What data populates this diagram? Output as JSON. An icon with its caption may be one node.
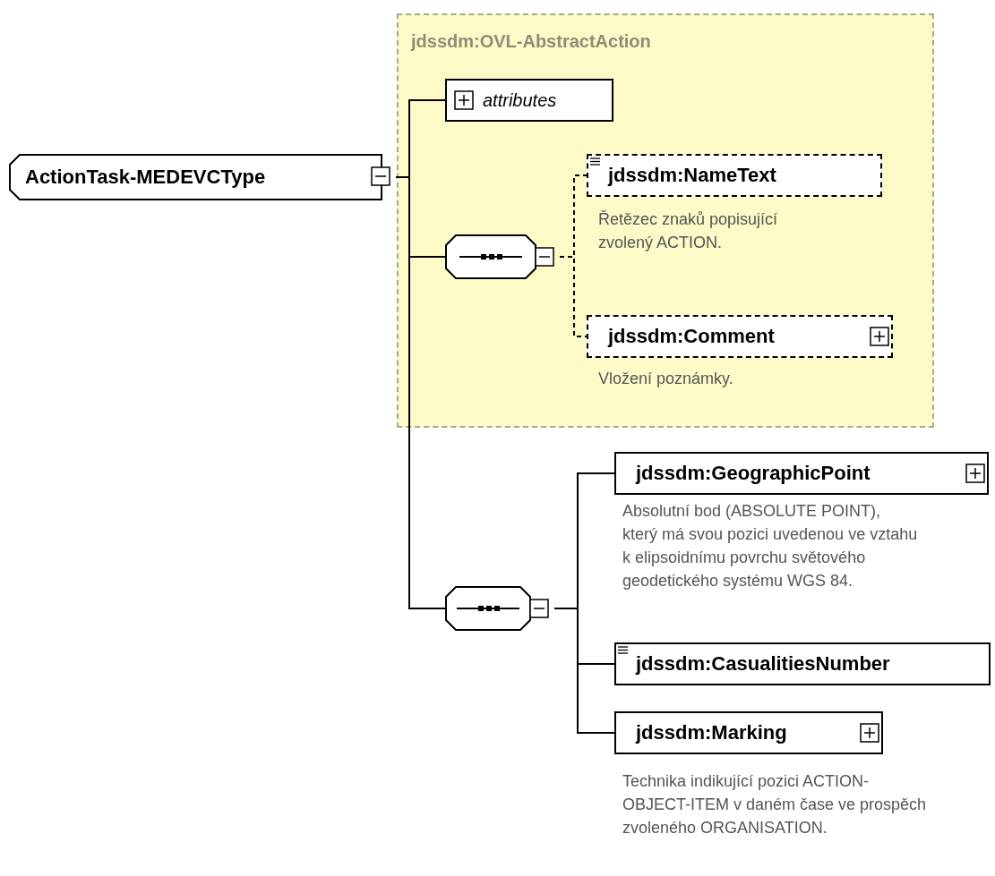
{
  "diagram": {
    "nodes": [
      {
        "text": [
          "ActionTask-MEDEVCType"
        ]
      },
      {
        "text": [
          "jdssdm:OVL-AbstractAction"
        ]
      },
      {
        "text": [
          "attributes"
        ],
        "in": 1
      },
      {
        "text": [],
        "shape": "octagon",
        "in": 1
      },
      {
        "text": [
          "jdssdm:NameText"
        ],
        "in": 1,
        "beside": [
          "Řetězec znaků popisující zvolený ACTION."
        ]
      },
      {
        "text": [
          "jdssdm:Comment"
        ],
        "in": 1,
        "beside": [
          "Vložení poznámky."
        ]
      },
      {
        "text": [],
        "shape": "octagon"
      },
      {
        "text": [
          "jdssdm:GeographicPoint"
        ],
        "beside": [
          "Absolutní bod (ABSOLUTE POINT), který má svou pozici uvedenou ve vztahu k elipsoidnímu povrchu světového geodetického systému WGS 84."
        ]
      },
      {
        "text": [
          "jdssdm:CasualitiesNumber"
        ]
      },
      {
        "text": [
          "jdssdm:Marking"
        ],
        "beside": [
          "Technika indikující pozici ACTION-OBJECT-ITEM v daném čase ve prospěch zvoleného ORGANISATION."
        ]
      }
    ],
    "edges": [
      {
        "from": 0,
        "to": 2,
        "arrow": "none"
      },
      {
        "from": 0,
        "to": 3,
        "arrow": "none"
      },
      {
        "from": 3,
        "to": 4,
        "arrow": "none",
        "style": "dashed"
      },
      {
        "from": 3,
        "to": 5,
        "arrow": "none",
        "style": "dashed"
      },
      {
        "from": 0,
        "to": 6,
        "arrow": "none"
      },
      {
        "from": 6,
        "to": 7,
        "arrow": "none"
      },
      {
        "from": 6,
        "to": 8,
        "arrow": "none"
      },
      {
        "from": 6,
        "to": 9,
        "arrow": "none"
      }
    ]
  }
}
